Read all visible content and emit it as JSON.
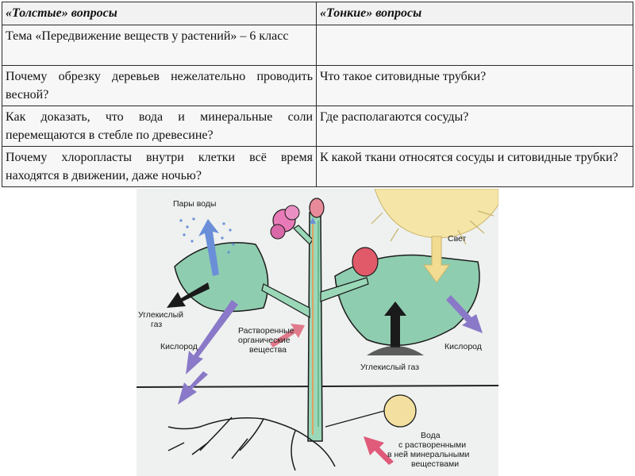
{
  "table": {
    "headers": [
      "«Толстые» вопросы",
      "«Тонкие» вопросы"
    ],
    "rows": [
      [
        "Тема «Передвижение веществ у растений» – 6 класс",
        ""
      ],
      [
        "Почему обрезку деревьев нежелательно проводить весной?",
        "Что такое ситовидные трубки?"
      ],
      [
        "Как доказать, что вода и минеральные соли перемещаются в стебле по древесине?",
        "Где располагаются сосуды?"
      ],
      [
        "Почему хлоропласты внутри клетки всё время находятся в движении, даже ночью?",
        "К какой ткани относятся сосуды и ситовидные трубки?"
      ]
    ]
  },
  "diagram": {
    "labels": {
      "water_vapor": "Пары воды",
      "light": "Свет",
      "co2_left_1": "Углекислый",
      "co2_left_2": "газ",
      "oxygen_left": "Кислород",
      "organic_1": "Растворенные",
      "organic_2": "органические",
      "organic_3": "вещества",
      "oxygen_right": "Кислород",
      "co2_bottom": "Углекислый газ",
      "water_1": "Вода",
      "water_2": "с растворенными",
      "water_3": "в ней минеральными",
      "water_4": "веществами"
    },
    "colors": {
      "leaf": "#8fcdb0",
      "stem": "#9ad8b8",
      "sun": "#f5e6a8",
      "arrow_blue": "#6a8fd8",
      "arrow_purple": "#8a78c8",
      "flower_pink": "#e87ab8",
      "berry_red": "#e05a6a",
      "bulb": "#f3e0a0"
    }
  }
}
